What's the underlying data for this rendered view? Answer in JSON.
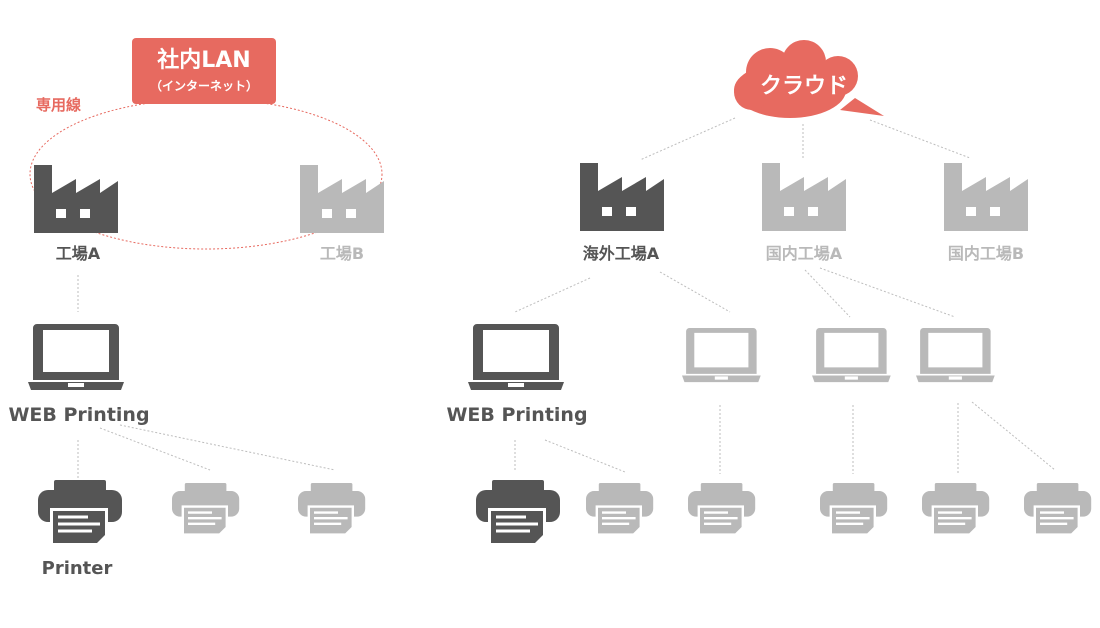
{
  "colors": {
    "dark": "#555555",
    "grey": "#b9b9b9",
    "red": "#e76a60",
    "line": "#bdbdbd"
  },
  "left_network": {
    "lan_title": "社内LAN",
    "lan_subtitle": "（インターネット）",
    "leased_line": "専用線",
    "factory_a": "工場A",
    "factory_b": "工場B",
    "pc_label": "WEB Printing",
    "printer_label": "Printer"
  },
  "right_network": {
    "cloud_label": "クラウド",
    "overseas_factory_a": "海外工場A",
    "domestic_factory_a": "国内工場A",
    "domestic_factory_b": "国内工場B",
    "pc_label": "WEB Printing"
  },
  "icons": [
    "factory-icon",
    "laptop-icon",
    "printer-icon",
    "cloud-icon"
  ]
}
